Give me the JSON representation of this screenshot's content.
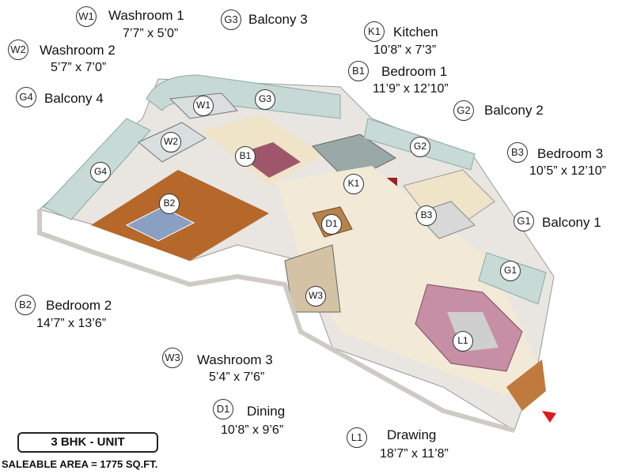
{
  "legend": [
    {
      "code": "W1",
      "name": "Washroom 1",
      "size": "7’7” x 5’0”"
    },
    {
      "code": "W2",
      "name": "Washroom 2",
      "size": "5’7” x 7’0”"
    },
    {
      "code": "G4",
      "name": "Balcony 4",
      "size": ""
    },
    {
      "code": "G3",
      "name": "Balcony 3",
      "size": ""
    },
    {
      "code": "K1",
      "name": "Kitchen",
      "size": "10’8” x 7’3”"
    },
    {
      "code": "B1",
      "name": "Bedroom 1",
      "size": "11’9” x 12’10”"
    },
    {
      "code": "G2",
      "name": "Balcony 2",
      "size": ""
    },
    {
      "code": "B3",
      "name": "Bedroom 3",
      "size": "10’5” x 12’10”"
    },
    {
      "code": "G1",
      "name": "Balcony 1",
      "size": ""
    },
    {
      "code": "B2",
      "name": "Bedroom 2",
      "size": "14’7” x 13’6”"
    },
    {
      "code": "W3",
      "name": "Washroom 3",
      "size": "5’4” x 7’6”"
    },
    {
      "code": "D1",
      "name": "Dining",
      "size": "10’8” x 9’6”"
    },
    {
      "code": "L1",
      "name": "Drawing",
      "size": "18’7” x 11’8”"
    }
  ],
  "plan_markers": [
    "W1",
    "G3",
    "W2",
    "B1",
    "G4",
    "K1",
    "G2",
    "B2",
    "D1",
    "B3",
    "G1",
    "W3",
    "L1"
  ],
  "unit_title": "3 BHK - UNIT",
  "saleable_area": "SALEABLE AREA = 1775 SQ.FT.",
  "colors": {
    "floor": "#efe3c8",
    "wood": "#b86b2a",
    "wall": "#f4f1ec",
    "glass": "#bcd3cf",
    "arrow": "#e3161a"
  }
}
